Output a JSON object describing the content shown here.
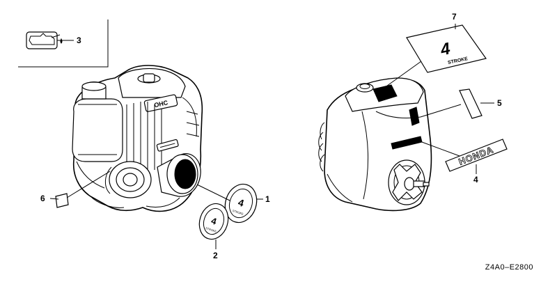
{
  "diagram": {
    "code": "Z4A0–E2800",
    "callouts": [
      {
        "id": "1",
        "label": "1"
      },
      {
        "id": "2",
        "label": "2"
      },
      {
        "id": "3",
        "label": "3"
      },
      {
        "id": "4",
        "label": "4"
      },
      {
        "id": "5",
        "label": "5"
      },
      {
        "id": "6",
        "label": "6"
      },
      {
        "id": "7",
        "label": "7"
      }
    ],
    "decals": {
      "brand_text": "HONDA",
      "stroke_badge_number": "4",
      "stroke_badge_word": "STROKE",
      "engine_badge_text": "OHC"
    },
    "icons": [
      "oil-can-icon"
    ]
  }
}
